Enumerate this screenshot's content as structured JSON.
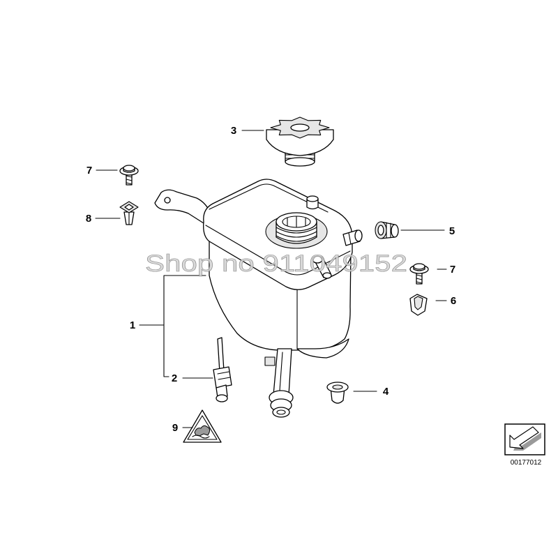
{
  "callouts": [
    "3",
    "7",
    "8",
    "5",
    "7",
    "6",
    "1",
    "2",
    "4",
    "9"
  ],
  "diagram_number": "00177012",
  "watermark": "Shop no 911049152"
}
